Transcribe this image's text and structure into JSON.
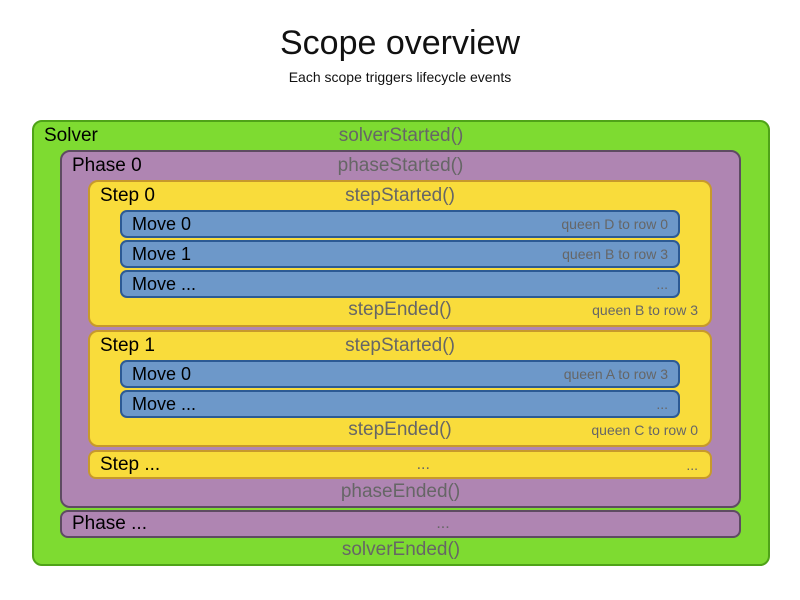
{
  "title": "Scope overview",
  "subtitle": "Each scope triggers lifecycle events",
  "colors": {
    "solver_green": "#7edb31",
    "solver_border": "#4fa318",
    "phase_purple": "#af85b2",
    "phase_border": "#5e4b62",
    "step_yellow": "#f9dc3b",
    "step_border": "#c7992b",
    "move_blue": "#6d98c9",
    "move_border": "#2c5a94",
    "event_text_gray": "#666666",
    "label_text_black": "#000000"
  },
  "solver": {
    "label": "Solver",
    "started_event": "solverStarted()",
    "ended_event": "solverEnded()"
  },
  "phase0": {
    "label": "Phase 0",
    "started_event": "phaseStarted()",
    "ended_event": "phaseEnded()"
  },
  "steps": [
    {
      "label": "Step 0",
      "started_event": "stepStarted()",
      "ended_event": "stepEnded()",
      "ended_detail": "queen B to row 3",
      "moves": [
        {
          "label": "Move 0",
          "detail": "queen D to row 0"
        },
        {
          "label": "Move 1",
          "detail": "queen B to row 3"
        },
        {
          "label": "Move ...",
          "detail": "..."
        }
      ]
    },
    {
      "label": "Step 1",
      "started_event": "stepStarted()",
      "ended_event": "stepEnded()",
      "ended_detail": "queen C to row 0",
      "moves": [
        {
          "label": "Move 0",
          "detail": "queen A to row 3"
        },
        {
          "label": "Move ...",
          "detail": "..."
        }
      ]
    }
  ],
  "step_more": {
    "label": "Step ...",
    "center": "...",
    "right": "..."
  },
  "phase_more": {
    "label": "Phase ...",
    "center": "..."
  }
}
